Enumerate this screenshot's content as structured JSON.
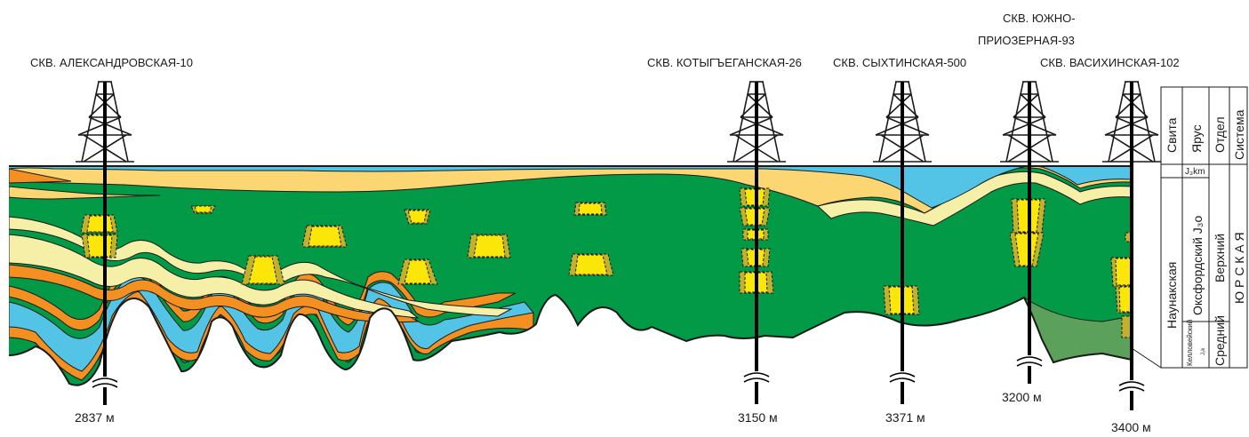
{
  "wells": [
    {
      "id": "aleksandrovskaya",
      "label": "СКВ. АЛЕКСАНДРОВСКАЯ-10",
      "depth": "2837 м"
    },
    {
      "id": "kotygeganskaya",
      "label": "СКВ. КОТЫГЪЕГАНСКАЯ-26",
      "depth": "3150 м"
    },
    {
      "id": "sykhtinskaya",
      "label": "СКВ. СЫХТИНСКАЯ-500",
      "depth": "3371 м"
    },
    {
      "id": "yuzhno",
      "label_line1": "СКВ. ЮЖНО-",
      "label_line2": "ПРИОЗЕРНАЯ-93",
      "depth": "3200 м"
    },
    {
      "id": "vasikhinskaya",
      "label": "СКВ. ВАСИХИНСКАЯ-102",
      "depth": "3400 м"
    }
  ],
  "strat_column": {
    "headers": {
      "svita": "Свита",
      "yarus": "Ярус",
      "otdel": "Отдел",
      "sistema": "Система"
    },
    "top_unit": "J₃km",
    "svita": "Наунакская",
    "yarus_upper": "Оксфордский J₃o",
    "yarus_lower_1": "Келловейский",
    "yarus_lower_2": "J₂k",
    "otdel_upper": "Верхний",
    "otdel_lower": "Средний",
    "sistema": "Ю Р С К А Я"
  },
  "colors": {
    "sky_blue": "#54c4e6",
    "sand": "#fbd673",
    "pale_yellow": "#f6efa7",
    "orange": "#f49022",
    "green": "#029947",
    "dark_green": "#5ca15b",
    "lens_yellow": "#fae609",
    "lens_olive": "#c2b12d"
  }
}
